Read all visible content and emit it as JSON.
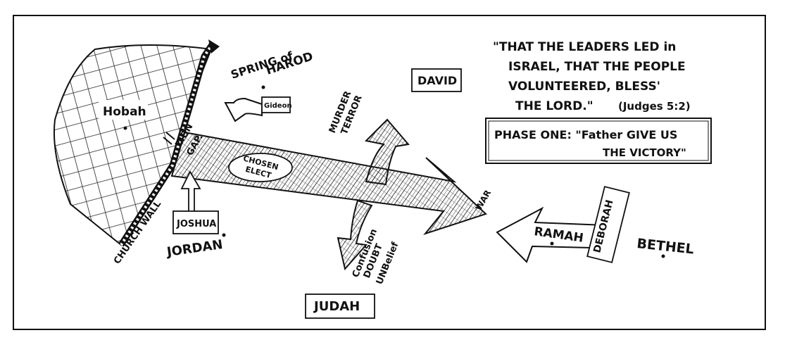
{
  "labels": {
    "hobah": "Hobah",
    "spring_line1": "SPRING of",
    "spring_line2": "HAROD",
    "gideon": "Gideon",
    "david": "DAVID",
    "zion_line1": "ZION",
    "zion_line2": "GAP.",
    "chosen_line1": "CHOSEN",
    "chosen_line2": "ELECT",
    "murder": "MURDER",
    "terror": "TERROR",
    "joshua": "JOSHUA",
    "jordan": "JORDAN",
    "church_wall": "CHURCH WALL",
    "confusion": "Confusion",
    "doubt": "DOUBT",
    "unbelief": "UNBelief",
    "judah": "JUDAH",
    "war": "WAR",
    "ramah": "RAMAH",
    "deborah": "DEBORAH",
    "bethel": "BETHEL"
  },
  "quote": {
    "line1": "\"THAT THE LEADERS LED in",
    "line2": "ISRAEL, THAT THE PEOPLE",
    "line3": "VOLUNTEERED, BLESS'",
    "line4": "THE LORD.\"",
    "ref": "(Judges 5:2)"
  },
  "phase": {
    "line1": "PHASE ONE: \"Father GIVE US",
    "line2": "THE VICTORY\""
  }
}
